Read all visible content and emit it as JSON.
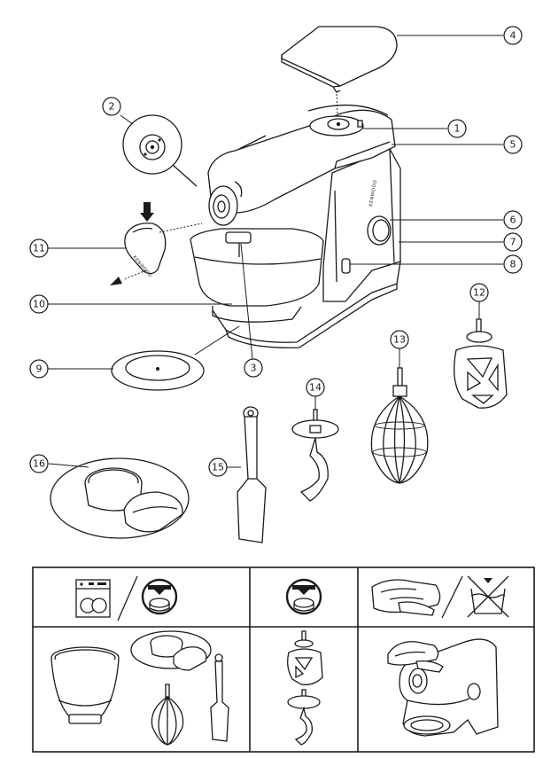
{
  "callouts": [
    "1",
    "2",
    "3",
    "4",
    "5",
    "6",
    "7",
    "8",
    "9",
    "10",
    "11",
    "12",
    "13",
    "14",
    "15",
    "16"
  ],
  "brand_text": "KENWOOD",
  "icons": {
    "dishwasher": "dishwasher-icon",
    "top_rack": "dishwasher-top-rack-icon",
    "hand_wash": "hand-wash-icon",
    "no_immerse": "do-not-immerse-icon"
  }
}
